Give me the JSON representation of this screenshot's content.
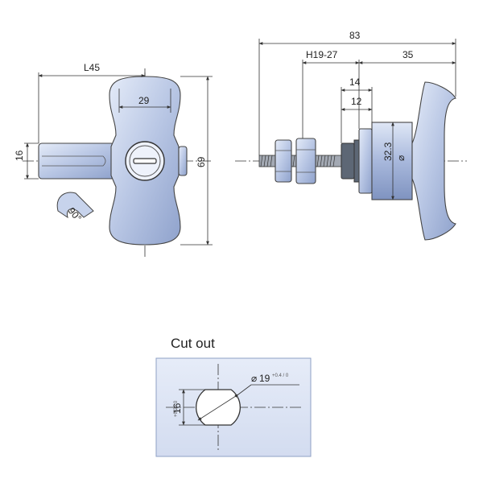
{
  "front_view": {
    "dim_length": "L45",
    "dim_width": "29",
    "dim_cam_height": "16",
    "dim_height": "69",
    "rotation": "90°"
  },
  "side_view": {
    "dim_total": "83",
    "dim_grip": "H19-27",
    "dim_handle": "35",
    "dim_thread": "14",
    "dim_flange": "12",
    "dim_diameter": "32.3"
  },
  "cutout": {
    "title": "Cut out",
    "dim_diameter": "19",
    "dim_diameter_tol": "+0.4 / 0",
    "dim_flat": "16",
    "dim_flat_tol": "+0.2 / 0"
  },
  "colors": {
    "metal_light": "#d4def2",
    "metal_mid": "#a9b9dc",
    "panel": "#e1e8f6",
    "line": "#333333"
  }
}
